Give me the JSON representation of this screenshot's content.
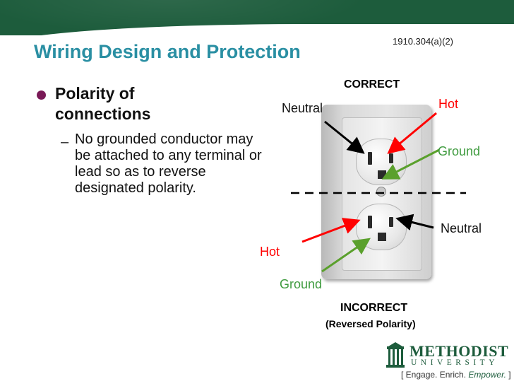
{
  "header": {
    "bar_color": "#1d5c3c"
  },
  "citation": "1910.304(a)(2)",
  "title": "Wiring Design and Protection",
  "bullet": {
    "main": "Polarity of connections",
    "sub": "No grounded conductor may be attached to any terminal or lead so as to reverse designated polarity.",
    "dash": "–"
  },
  "diagram": {
    "correct_label": "CORRECT",
    "incorrect_label": "INCORRECT",
    "incorrect_sub": "(Reversed Polarity)",
    "top": {
      "neutral": "Neutral",
      "hot": "Hot",
      "ground": "Ground"
    },
    "bottom": {
      "neutral": "Neutral",
      "hot": "Hot",
      "ground": "Ground"
    },
    "colors": {
      "hot": "#ff0000",
      "ground": "#5aa02c",
      "neutral": "#000000",
      "label_green": "#3f9b3f"
    }
  },
  "logo": {
    "name": "METHODIST",
    "sub": "UNIVERSITY",
    "tag_left": "[ Engage. Enrich. ",
    "tag_emph": "Empower.",
    "tag_right": " ]"
  }
}
